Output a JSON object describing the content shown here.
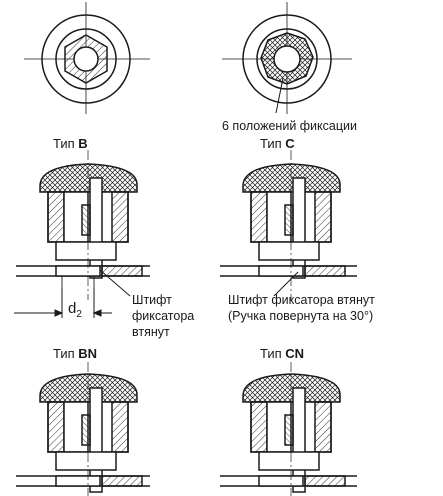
{
  "figure": {
    "top_note": "6 положений фиксации",
    "types": [
      {
        "prefix": "Тип",
        "code": "B"
      },
      {
        "prefix": "Тип",
        "code": "C"
      },
      {
        "prefix": "Тип",
        "code": "BN"
      },
      {
        "prefix": "Тип",
        "code": "CN"
      }
    ],
    "dimension": {
      "symbol": "d",
      "subscript": "2"
    },
    "left_note": [
      "Штифт",
      "фиксатора",
      "втянут"
    ],
    "right_note": [
      "Штифт фиксатора втянут",
      "(Ручка повернута на 30°)"
    ],
    "colors": {
      "line": "#1a1a1a",
      "fill": "#ffffff",
      "hatch": "#1a1a1a"
    }
  }
}
